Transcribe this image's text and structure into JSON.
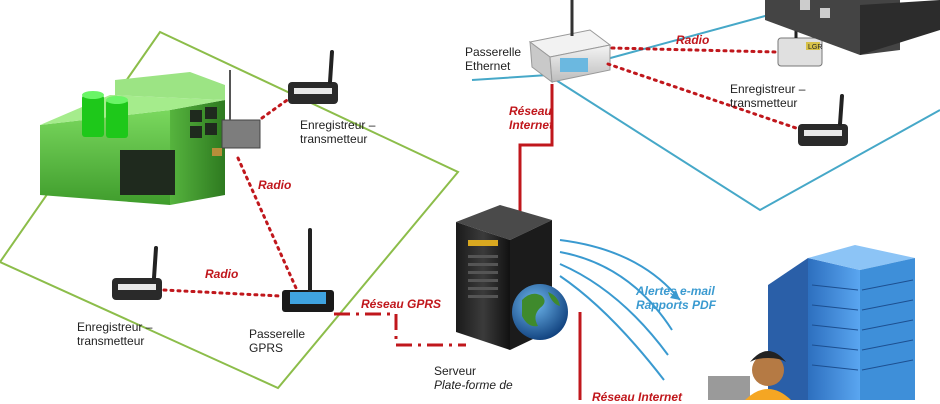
{
  "labels": {
    "logger_top_left_1": "Enregistreur –",
    "logger_top_left_2": "transmetteur",
    "logger_bottom_left_1": "Enregistreur –",
    "logger_bottom_left_2": "transmetteur",
    "logger_top_right_1": "Enregistreur –",
    "logger_top_right_2": "transmetteur",
    "gateway_gprs_1": "Passerelle",
    "gateway_gprs_2": "GPRS",
    "gateway_ethernet_1": "Passerelle",
    "gateway_ethernet_2": "Ethernet",
    "server_1": "Serveur",
    "server_2": "Plate-forme de",
    "radio_1": "Radio",
    "radio_2": "Radio",
    "radio_3": "Radio",
    "network_gprs": "Réseau GPRS",
    "network_internet_top_1": "Réseau",
    "network_internet_top_2": "Internet",
    "network_internet_bottom": "Réseau Internet",
    "alerts_1": "Alertes e-mail",
    "alerts_2": "Rapports PDF",
    "device_badge": "LGR"
  },
  "colors": {
    "zone_green": "#8cbd4a",
    "zone_blue": "#46a8c8",
    "link_red": "#c0171c",
    "alert_blue": "#3a9ad0",
    "building_green": "#5ec246",
    "tower_blue": "#3e8fd9"
  },
  "icons": [
    "factory-icon",
    "logger-icon",
    "gprs-gateway-icon",
    "ethernet-gateway-icon",
    "server-icon",
    "globe-icon",
    "office-tower-icon",
    "user-avatar-icon"
  ]
}
